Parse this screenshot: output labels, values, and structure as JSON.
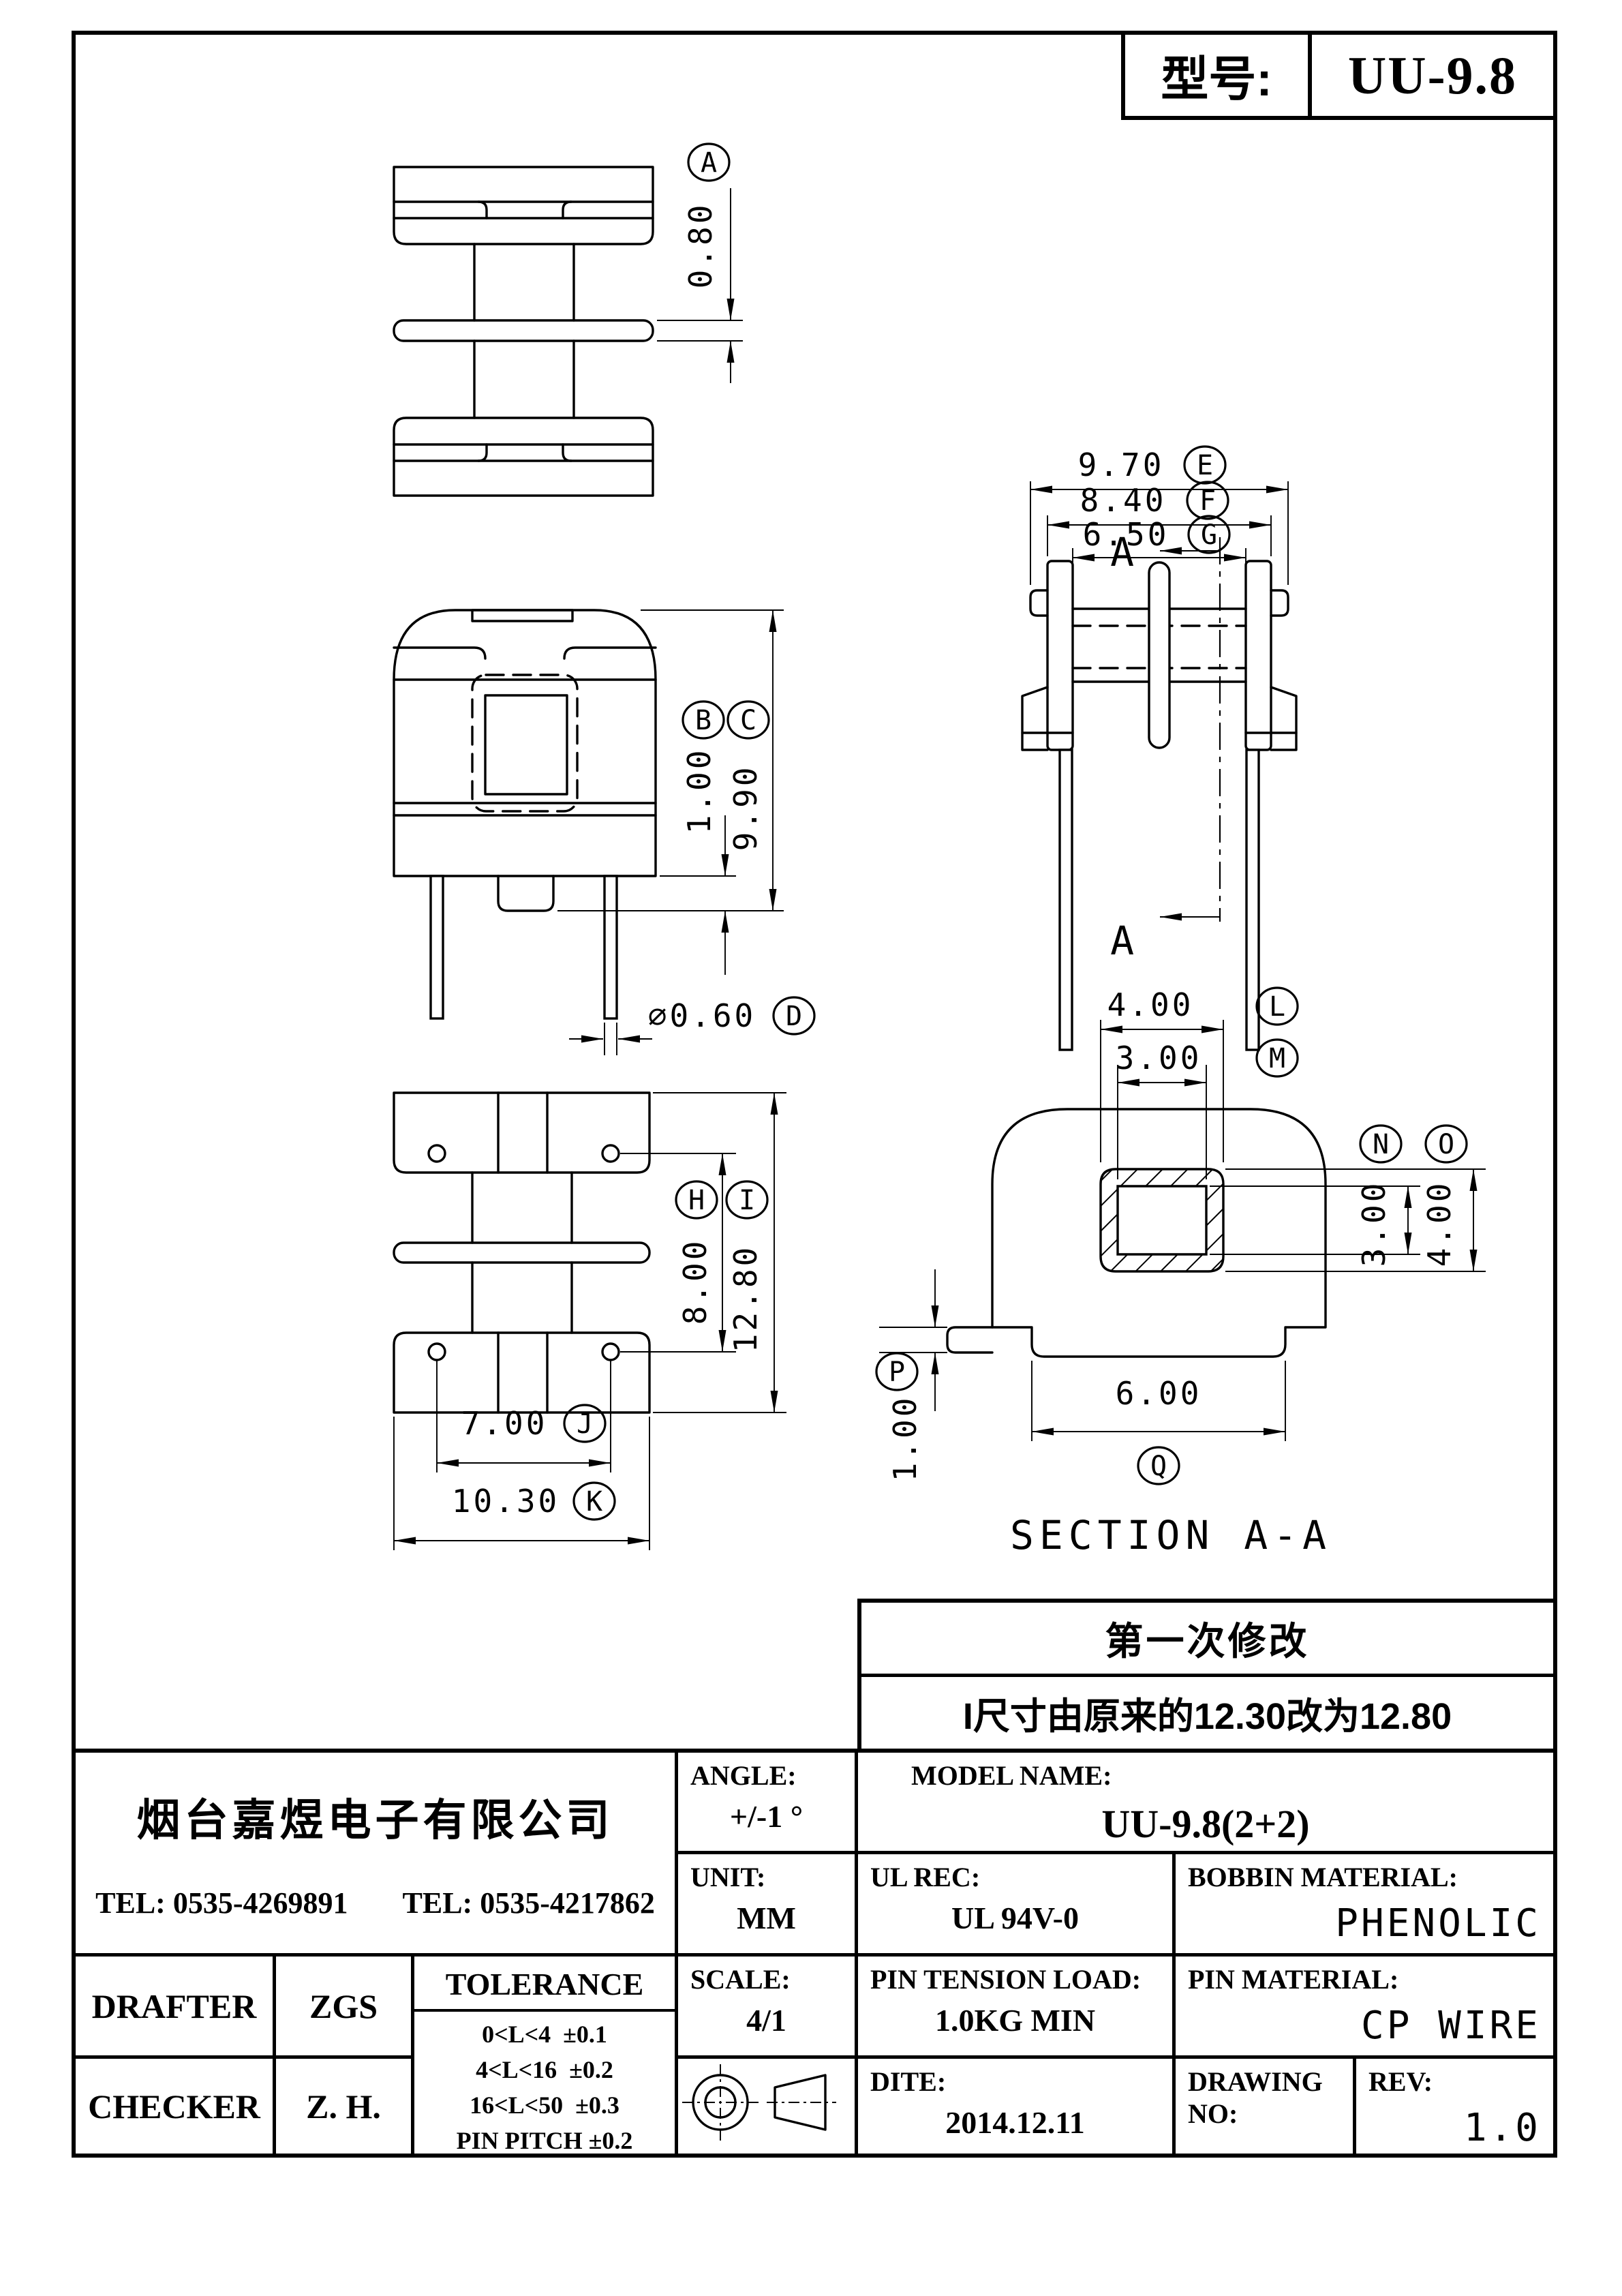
{
  "title_block": {
    "label": "型号:",
    "value": "UU-9.8"
  },
  "revision": {
    "row1": "第一次修改",
    "row2": "I尺寸由原来的12.30改为12.80"
  },
  "drawing": {
    "section_title": "SECTION A-A",
    "section_marker": "A",
    "dims": {
      "A": {
        "id": "A",
        "value": "0.80"
      },
      "B": {
        "id": "B",
        "value": "1.00"
      },
      "C": {
        "id": "C",
        "value": "9.90"
      },
      "D": {
        "id": "D",
        "value": "⌀0.60"
      },
      "E": {
        "id": "E",
        "value": "9.70"
      },
      "F": {
        "id": "F",
        "value": "8.40"
      },
      "G": {
        "id": "G",
        "value": "6.50"
      },
      "H": {
        "id": "H",
        "value": "8.00"
      },
      "I": {
        "id": "I",
        "value": "12.80"
      },
      "J": {
        "id": "J",
        "value": "7.00"
      },
      "K": {
        "id": "K",
        "value": "10.30"
      },
      "L": {
        "id": "L",
        "value": "4.00"
      },
      "M": {
        "id": "M",
        "value": "3.00"
      },
      "N": {
        "id": "N",
        "value": "3.00"
      },
      "O": {
        "id": "O",
        "value": "4.00"
      },
      "P": {
        "id": "P",
        "value": "1.00"
      },
      "Q": {
        "id": "Q",
        "value": "6.00"
      }
    }
  },
  "info": {
    "company": "烟台嘉煜电子有限公司",
    "tel1": "TEL: 0535-4269891",
    "tel2": "TEL: 0535-4217862",
    "angle_label": "ANGLE:",
    "angle_value": "+/-1 °",
    "model_name_label": "MODEL NAME:",
    "model_name_value": "UU-9.8(2+2)",
    "unit_label": "UNIT:",
    "unit_value": "MM",
    "ul_label": "UL REC:",
    "ul_value": "UL 94V-0",
    "bobbin_label": "BOBBIN MATERIAL:",
    "bobbin_value": "PHENOLIC",
    "drafter_label": "DRAFTER",
    "drafter_value": "ZGS",
    "checker_label": "CHECKER",
    "checker_value": "Z. H.",
    "tolerance_title": "TOLERANCE",
    "tolerance_rows": [
      "0<L<4  ±0.1",
      "4<L<16  ±0.2",
      "16<L<50  ±0.3",
      "PIN PITCH ±0.2"
    ],
    "scale_label": "SCALE:",
    "scale_value": "4/1",
    "pin_tension_label": "PIN TENSION LOAD:",
    "pin_tension_value": "1.0KG MIN",
    "pin_material_label": "PIN MATERIAL:",
    "pin_material_value": "CP WIRE",
    "dite_label": "DITE:",
    "dite_value": "2014.12.11",
    "drawing_no_label": "DRAWING NO:",
    "rev_label": "REV:",
    "rev_value": "1.0"
  }
}
